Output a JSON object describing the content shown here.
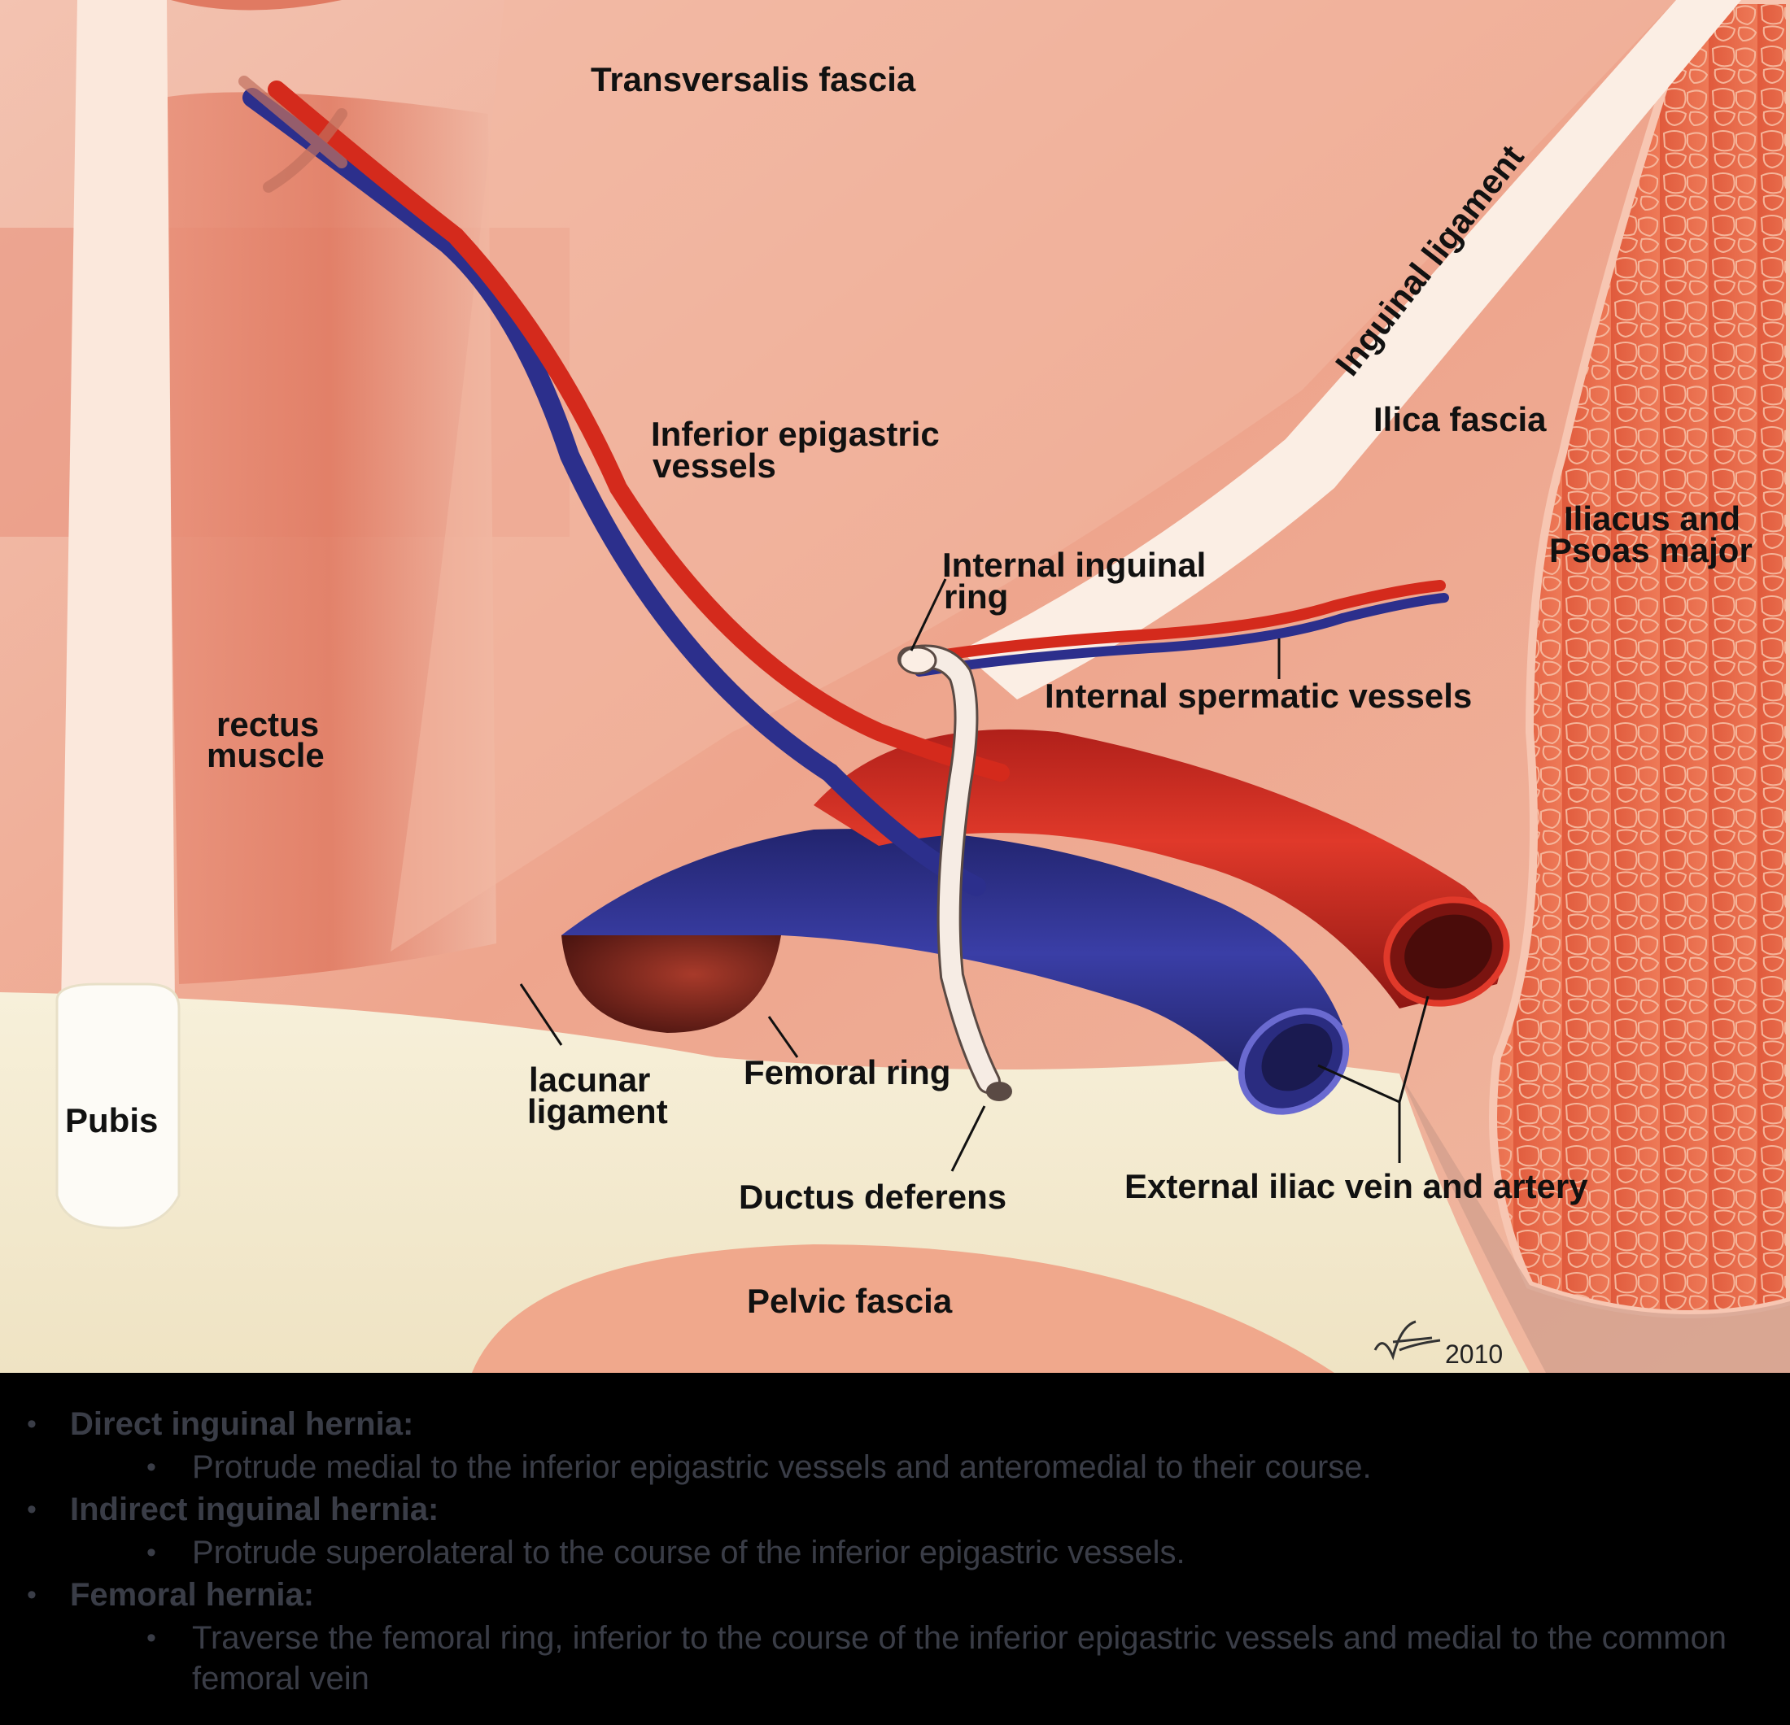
{
  "figure": {
    "labels": {
      "transversalis_fascia": "Transversalis fascia",
      "inguinal_ligament": "Inguinal ligament",
      "ilica_fascia": "Ilica fascia",
      "inferior_epigastric_1": "Inferior epigastric",
      "inferior_epigastric_2": "vessels",
      "iliacus_1": "Iliacus and",
      "iliacus_2": "Psoas major",
      "internal_ring_1": "Internal inguinal",
      "internal_ring_2": "ring",
      "internal_spermatic": "Internal spermatic vessels",
      "rectus_1": "rectus",
      "rectus_2": "muscle",
      "lacunar_1": "lacunar",
      "lacunar_2": "ligament",
      "femoral_ring": "Femoral ring",
      "pubis": "Pubis",
      "ductus_deferens": "Ductus deferens",
      "external_iliac": "External iliac vein and artery",
      "pelvic_fascia": "Pelvic fascia"
    },
    "signature_year": "2010",
    "colors": {
      "artery": "#d42a1c",
      "vein": "#2c2f8c",
      "muscle": "#e9826a",
      "psoas": "#e8684a",
      "fascia": "#f7d8c8",
      "pubic_bone": "#f4ecd2"
    }
  },
  "notes": [
    {
      "heading": "Direct inguinal hernia:",
      "detail": "Protrude medial to the inferior epigastric vessels and anteromedial to their course."
    },
    {
      "heading": "Indirect inguinal hernia:",
      "detail": "Protrude superolateral to the course of the inferior epigastric vessels."
    },
    {
      "heading": "Femoral hernia:",
      "detail": "Traverse the femoral ring, inferior to the course of the inferior epigastric vessels and medial to the common femoral vein"
    }
  ],
  "bullet_glyph": "•"
}
